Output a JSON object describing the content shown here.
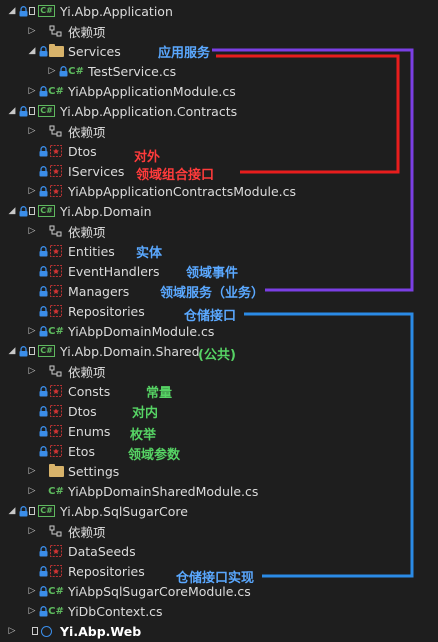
{
  "colors": {
    "background": "#1e1e1e",
    "purple": "#7b3fe4",
    "red": "#e81d1d",
    "blue": "#2b8be6",
    "annotation_blue": "#5aa8ff",
    "annotation_red": "#ff3b3b",
    "annotation_green": "#56d364"
  },
  "tree": [
    {
      "label": "Yi.Abp.Application",
      "type": "project",
      "indent": 0,
      "chevron": "open",
      "lock": true
    },
    {
      "label": "依赖项",
      "type": "deps",
      "indent": 1,
      "chevron": "closed"
    },
    {
      "label": "Services",
      "type": "folder",
      "indent": 1,
      "chevron": "open",
      "lock": true
    },
    {
      "label": "TestService.cs",
      "type": "csfile",
      "indent": 2,
      "chevron": "closed",
      "lock": true
    },
    {
      "label": "YiAbpApplicationModule.cs",
      "type": "csfile",
      "indent": 1,
      "chevron": "closed",
      "lock": true
    },
    {
      "label": "Yi.Abp.Application.Contracts",
      "type": "project",
      "indent": 0,
      "chevron": "open",
      "lock": true
    },
    {
      "label": "依赖项",
      "type": "deps",
      "indent": 1,
      "chevron": "closed"
    },
    {
      "label": "Dtos",
      "type": "missing",
      "indent": 1,
      "lock": true
    },
    {
      "label": "IServices",
      "type": "missing",
      "indent": 1,
      "lock": true
    },
    {
      "label": "YiAbpApplicationContractsModule.cs",
      "type": "missingcs",
      "indent": 1,
      "chevron": "closed",
      "lock": true
    },
    {
      "label": "Yi.Abp.Domain",
      "type": "project",
      "indent": 0,
      "chevron": "open",
      "lock": true
    },
    {
      "label": "依赖项",
      "type": "deps",
      "indent": 1,
      "chevron": "closed"
    },
    {
      "label": "Entities",
      "type": "missing",
      "indent": 1,
      "lock": true
    },
    {
      "label": "EventHandlers",
      "type": "missing",
      "indent": 1,
      "lock": true
    },
    {
      "label": "Managers",
      "type": "missing",
      "indent": 1,
      "lock": true
    },
    {
      "label": "Repositories",
      "type": "missing",
      "indent": 1,
      "lock": true
    },
    {
      "label": "YiAbpDomainModule.cs",
      "type": "csfile",
      "indent": 1,
      "chevron": "closed",
      "lock": true
    },
    {
      "label": "Yi.Abp.Domain.Shared",
      "type": "project",
      "indent": 0,
      "chevron": "open",
      "lock": true
    },
    {
      "label": "依赖项",
      "type": "deps",
      "indent": 1,
      "chevron": "closed"
    },
    {
      "label": "Consts",
      "type": "missing",
      "indent": 1,
      "lock": true
    },
    {
      "label": "Dtos",
      "type": "missing",
      "indent": 1,
      "lock": true
    },
    {
      "label": "Enums",
      "type": "missing",
      "indent": 1,
      "lock": true
    },
    {
      "label": "Etos",
      "type": "missing",
      "indent": 1,
      "lock": true
    },
    {
      "label": "Settings",
      "type": "folder",
      "indent": 1,
      "chevron": "closed"
    },
    {
      "label": "YiAbpDomainSharedModule.cs",
      "type": "csfile",
      "indent": 1,
      "chevron": "closed"
    },
    {
      "label": "Yi.Abp.SqlSugarCore",
      "type": "project",
      "indent": 0,
      "chevron": "open",
      "lock": true
    },
    {
      "label": "依赖项",
      "type": "deps",
      "indent": 1,
      "chevron": "closed"
    },
    {
      "label": "DataSeeds",
      "type": "missing",
      "indent": 1,
      "lock": true
    },
    {
      "label": "Repositories",
      "type": "missing",
      "indent": 1,
      "lock": true
    },
    {
      "label": "YiAbpSqlSugarCoreModule.cs",
      "type": "csfile",
      "indent": 1,
      "chevron": "closed",
      "lock": true
    },
    {
      "label": "YiDbContext.cs",
      "type": "csfile",
      "indent": 1,
      "chevron": "closed",
      "lock": true
    },
    {
      "label": "Yi.Abp.Web",
      "type": "webproject",
      "indent": 0,
      "chevron": "closed"
    }
  ],
  "annotations": [
    {
      "text": "应用服务",
      "color": "blue"
    },
    {
      "text": "对外",
      "color": "red"
    },
    {
      "text": "领域组合接口",
      "color": "red"
    },
    {
      "text": "实体",
      "color": "blue"
    },
    {
      "text": "领域事件",
      "color": "blue"
    },
    {
      "text": "领域服务（业务）",
      "color": "blue"
    },
    {
      "text": "仓储接口",
      "color": "blue"
    },
    {
      "text": "(公共)",
      "color": "green"
    },
    {
      "text": "常量",
      "color": "green"
    },
    {
      "text": "对内",
      "color": "green"
    },
    {
      "text": "枚举",
      "color": "green"
    },
    {
      "text": "领域参数",
      "color": "green"
    },
    {
      "text": "仓储接口实现",
      "color": "blue"
    }
  ]
}
